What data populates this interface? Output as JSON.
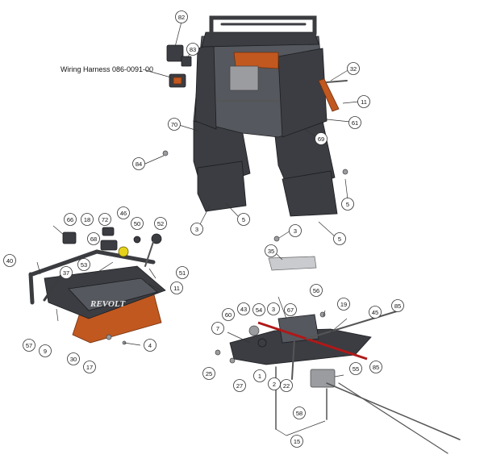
{
  "harness_label": "Wiring Harness 086-0091-00",
  "logo_text": "REVOLT",
  "colors": {
    "frame": "#3b3d42",
    "accent": "#c1581f",
    "steel": "#c9cbce",
    "red_rod": "#b01818"
  },
  "callouts": [
    {
      "id": "c82",
      "label": "82"
    },
    {
      "id": "c83",
      "label": "83"
    },
    {
      "id": "c32",
      "label": "32"
    },
    {
      "id": "c11a",
      "label": "11"
    },
    {
      "id": "c61",
      "label": "61"
    },
    {
      "id": "c69",
      "label": "69"
    },
    {
      "id": "c70",
      "label": "70"
    },
    {
      "id": "c84",
      "label": "84"
    },
    {
      "id": "c5a",
      "label": "5"
    },
    {
      "id": "c3a",
      "label": "3"
    },
    {
      "id": "c5b",
      "label": "5"
    },
    {
      "id": "c5c",
      "label": "5"
    },
    {
      "id": "c3b",
      "label": "3"
    },
    {
      "id": "c35",
      "label": "35"
    },
    {
      "id": "c66",
      "label": "66"
    },
    {
      "id": "c18",
      "label": "18"
    },
    {
      "id": "c72",
      "label": "72"
    },
    {
      "id": "c46",
      "label": "46"
    },
    {
      "id": "c50",
      "label": "50"
    },
    {
      "id": "c52",
      "label": "52"
    },
    {
      "id": "c68",
      "label": "68"
    },
    {
      "id": "c40",
      "label": "40"
    },
    {
      "id": "c53",
      "label": "53"
    },
    {
      "id": "c51",
      "label": "51"
    },
    {
      "id": "c37",
      "label": "37"
    },
    {
      "id": "c11b",
      "label": "11"
    },
    {
      "id": "c57",
      "label": "57"
    },
    {
      "id": "c9",
      "label": "9"
    },
    {
      "id": "c30",
      "label": "30"
    },
    {
      "id": "c17",
      "label": "17"
    },
    {
      "id": "c4",
      "label": "4"
    },
    {
      "id": "c56",
      "label": "56"
    },
    {
      "id": "c60",
      "label": "60"
    },
    {
      "id": "c43",
      "label": "43"
    },
    {
      "id": "c54",
      "label": "54"
    },
    {
      "id": "c3c",
      "label": "3"
    },
    {
      "id": "c67",
      "label": "67"
    },
    {
      "id": "c19",
      "label": "19"
    },
    {
      "id": "c45",
      "label": "45"
    },
    {
      "id": "c85a",
      "label": "85"
    },
    {
      "id": "c7",
      "label": "7"
    },
    {
      "id": "c25",
      "label": "25"
    },
    {
      "id": "c1",
      "label": "1"
    },
    {
      "id": "c2",
      "label": "2"
    },
    {
      "id": "c22",
      "label": "22"
    },
    {
      "id": "c27",
      "label": "27"
    },
    {
      "id": "c55",
      "label": "55"
    },
    {
      "id": "c85b",
      "label": "85"
    },
    {
      "id": "c58",
      "label": "58"
    },
    {
      "id": "c15",
      "label": "15"
    }
  ]
}
